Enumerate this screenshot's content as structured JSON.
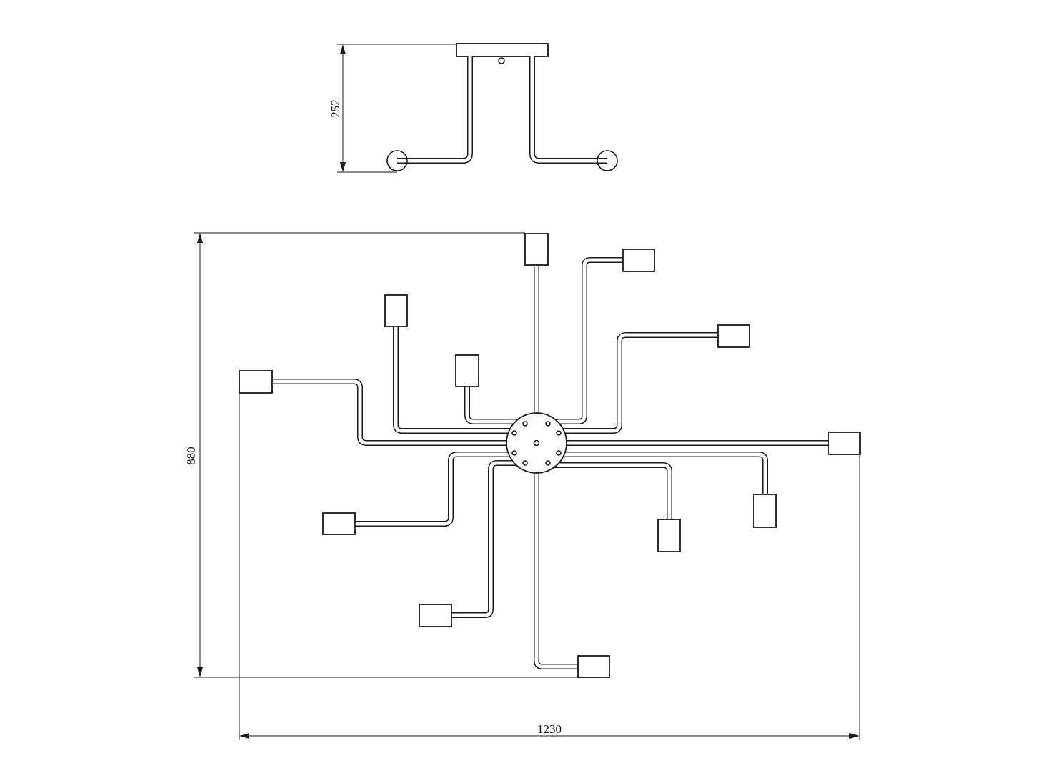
{
  "dimensions": {
    "side_height": "252",
    "plan_height": "880",
    "plan_width": "1230"
  }
}
